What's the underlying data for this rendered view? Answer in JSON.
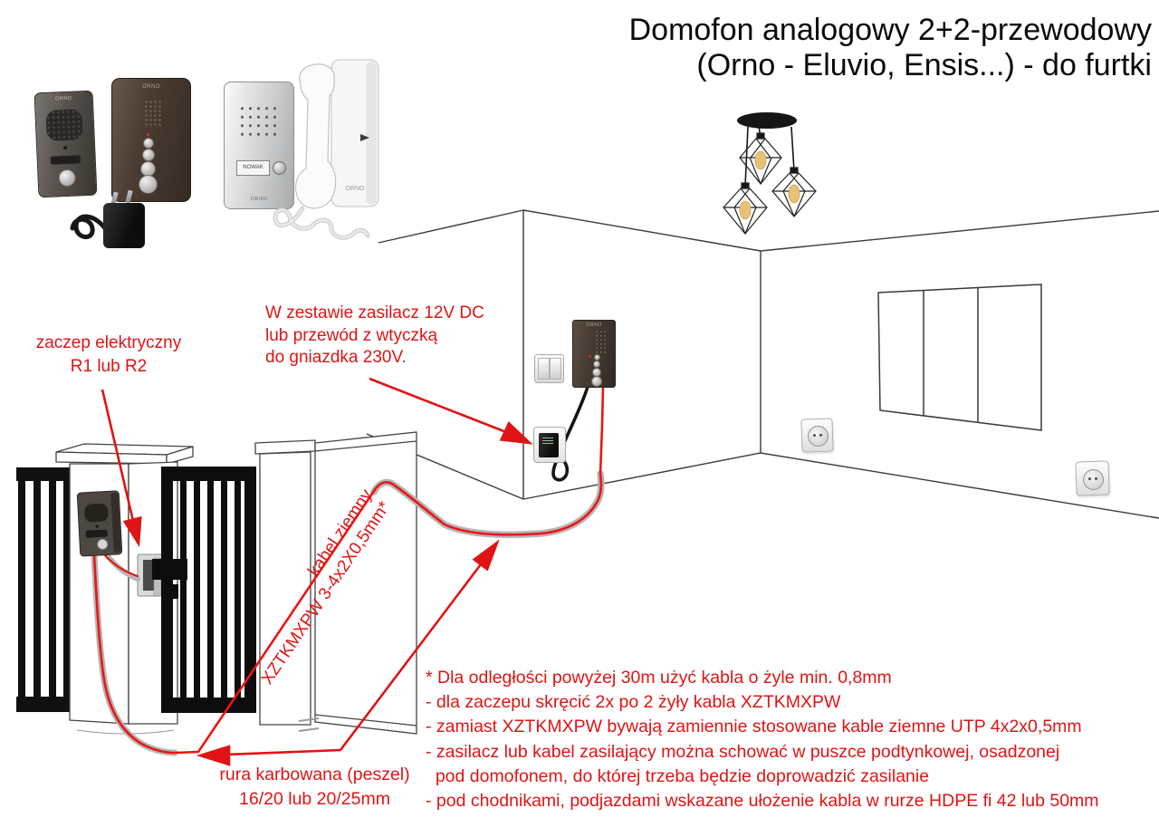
{
  "title": {
    "line1": "Domofon analogowy 2+2-przewodowy",
    "line2": "(Orno - Eluvio, Ensis...) - do furtki"
  },
  "annotations": {
    "strike_label": {
      "line1": "zaczep elektryczny",
      "line2": "R1 lub R2"
    },
    "psu_label": {
      "line1": "W zestawie zasilacz 12V DC",
      "line2": "lub przewód z wtyczką",
      "line3": "do gniazdka 230V."
    },
    "ground_cable_label": {
      "line1": "kabel ziemny",
      "line2": "XZTKMXPW 3-4x2X0,5mm*"
    },
    "conduit_label": {
      "line1": "rura karbowana (peszel)",
      "line2": "16/20 lub 20/25mm"
    }
  },
  "notes": {
    "lines": [
      "* Dla odległości powyżej 30m użyć kabla o żyle min. 0,8mm",
      "- dla zaczepu skręcić 2x po 2 żyły kabla XZTKMXPW",
      "- zamiast XZTKMXPW bywają zamiennie stosowane kable ziemne UTP 4x2x0,5mm",
      "- zasilacz lub kabel zasilający można schować w puszce podtynkowej, osadzonej",
      "  pod domofonem, do której trzeba będzie doprowadzić zasilanie",
      "- pod chodnikami, podjazdami wskazane ułożenie kabla w rurze HDPE fi 42 lub 50mm"
    ]
  },
  "products": {
    "brand": "ORNO",
    "silver_station_name_label": "NOWAK"
  },
  "colors": {
    "annotation_red": "#e01414",
    "cable_red": "#ee1414",
    "conduit_grey": "#b5b5b5",
    "line_black": "#3a3a3a"
  }
}
